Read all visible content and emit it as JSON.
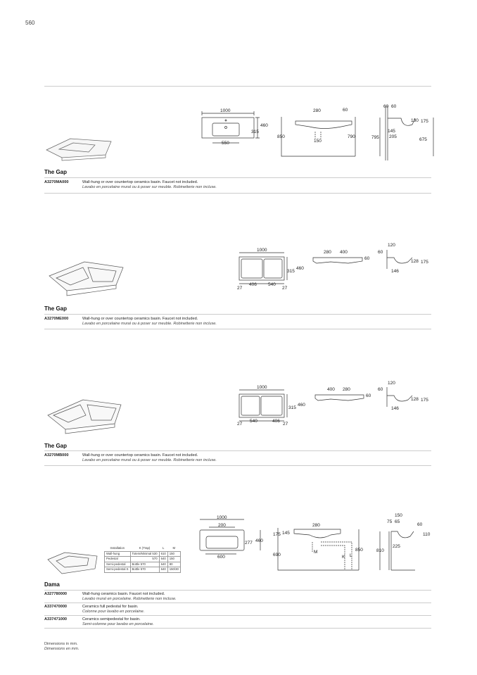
{
  "page_number": "560",
  "sections": [
    {
      "title": "The Gap",
      "products": [
        {
          "code": "A3270MA000",
          "en": "Wall-hung or over countertop ceramics basin. Faucet not included.",
          "fr": "Lavabo en porcelaine mural ou à poser sur meuble. Robinetterie non incluse."
        }
      ],
      "dims": [
        "1000",
        "460",
        "315",
        "550",
        "280",
        "60",
        "850",
        "790",
        "150",
        "60",
        "60",
        "130",
        "175",
        "145",
        "795",
        "205",
        "675"
      ]
    },
    {
      "title": "The Gap",
      "products": [
        {
          "code": "A3270ME000",
          "en": "Wall-hung or over countertop ceramics basin. Faucet not included.",
          "fr": "Lavabo en porcelaine mural ou à poser sur meuble. Robinetterie non incluse."
        }
      ],
      "dims": [
        "1000",
        "460",
        "315",
        "27",
        "406",
        "540",
        "27",
        "280",
        "400",
        "60",
        "120",
        "60",
        "128",
        "175",
        "146"
      ]
    },
    {
      "title": "The Gap",
      "products": [
        {
          "code": "A3270MB000",
          "en": "Wall-hung or over countertop ceramics basin. Faucet not included.",
          "fr": "Lavabo en porcelaine mural ou à poser sur meuble. Robinetterie non incluse."
        }
      ],
      "dims": [
        "1000",
        "460",
        "315",
        "27",
        "540",
        "406",
        "27",
        "400",
        "280",
        "60",
        "120",
        "60",
        "128",
        "175",
        "146"
      ]
    },
    {
      "title": "Dama",
      "products": [
        {
          "code": "A327780000",
          "en": "Wall-hung ceramics basin. Faucet not included.",
          "fr": "Lavabo mural en porcelaine. Robinetterie non incluse."
        },
        {
          "code": "A337470000",
          "en": "Ceramics full pedestal for basin.",
          "fr": "Colonne pour lavabo en porcelaine."
        },
        {
          "code": "A337471000",
          "en": "Ceramics semipedestal for basin.",
          "fr": "Semi-colonne pour lavabo en porcelaine."
        }
      ],
      "dims": [
        "1000",
        "200",
        "460",
        "277",
        "600",
        "175",
        "145",
        "280",
        "690",
        "M",
        "K",
        "L",
        "850",
        "75",
        "65",
        "150",
        "60",
        "110",
        "225",
        "810"
      ],
      "install_table": {
        "headers": [
          "Installation",
          "K (Trap)",
          "L",
          "M"
        ],
        "rows": [
          [
            "Wall-hung",
            "Totem/Minimal 530",
            "610",
            "150"
          ],
          [
            "Pedestal",
            "570",
            "640",
            "150"
          ],
          [
            "Semi-pedestal",
            "Bottle",
            "570",
            "640",
            "80"
          ],
          [
            "Semi-pedestal S",
            "Bottle",
            "570",
            "640",
            "150/30"
          ]
        ]
      }
    }
  ],
  "footer": {
    "en": "Dimensions in mm.",
    "fr": "Dimensions en mm."
  }
}
